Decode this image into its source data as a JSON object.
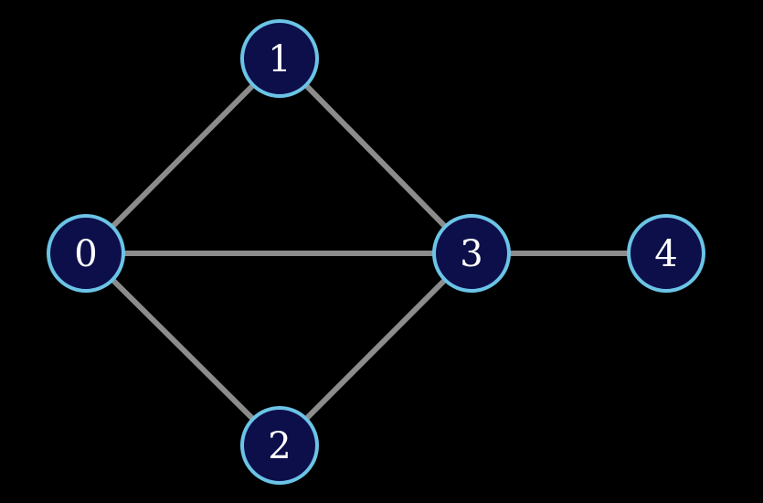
{
  "graph": {
    "colors": {
      "background": "#000000",
      "edge": "#8c8c8c",
      "node_fill": "#0d0f4a",
      "node_stroke": "#6bc4e6",
      "label": "#ffffff"
    },
    "nodes": [
      {
        "id": "0",
        "label": "0"
      },
      {
        "id": "1",
        "label": "1"
      },
      {
        "id": "2",
        "label": "2"
      },
      {
        "id": "3",
        "label": "3"
      },
      {
        "id": "4",
        "label": "4"
      }
    ],
    "edges": [
      {
        "from": "0",
        "to": "1"
      },
      {
        "from": "0",
        "to": "2"
      },
      {
        "from": "0",
        "to": "3"
      },
      {
        "from": "1",
        "to": "3"
      },
      {
        "from": "2",
        "to": "3"
      },
      {
        "from": "3",
        "to": "4"
      }
    ]
  }
}
